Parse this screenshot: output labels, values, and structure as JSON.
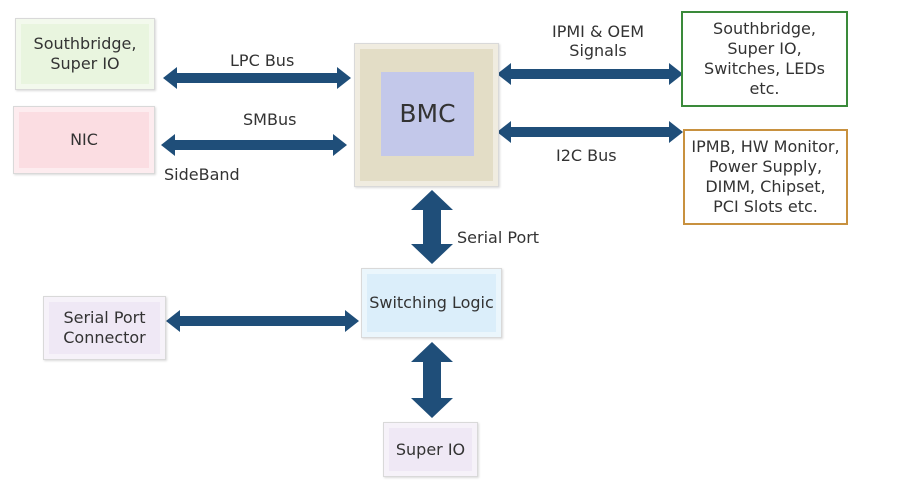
{
  "colors": {
    "arrow": "#1f4e79",
    "green_box": "#e9f5df",
    "pink_box": "#fbdde2",
    "bmc_outer": "#e3ddc6",
    "bmc_inner": "#c3c8ea",
    "switch_box": "#dbeefa",
    "lavender_box": "#efe8f5",
    "green_border": "#3a8a3a",
    "gold_border": "#c8913f"
  },
  "boxes": {
    "southbridge_left": {
      "lines": [
        "Southbridge,",
        "Super IO"
      ]
    },
    "nic": {
      "lines": [
        "NIC"
      ]
    },
    "bmc": {
      "lines": [
        "BMC"
      ]
    },
    "southbridge_right": {
      "lines": [
        "Southbridge,",
        "Super IO,",
        "Switches, LEDs",
        "etc."
      ]
    },
    "ipmb": {
      "lines": [
        "IPMB, HW Monitor,",
        "Power Supply,",
        "DIMM, Chipset,",
        "PCI Slots etc."
      ]
    },
    "switching_logic": {
      "lines": [
        "Switching Logic"
      ]
    },
    "serial_connector": {
      "lines": [
        "Serial Port",
        "Connector"
      ]
    },
    "super_io_bottom": {
      "lines": [
        "Super IO"
      ]
    }
  },
  "labels": {
    "lpc_bus": "LPC Bus",
    "smbus": "SMBus",
    "sideband": "SideBand",
    "ipmi_line1": "IPMI & OEM",
    "ipmi_line2": "Signals",
    "i2c_bus": "I2C Bus",
    "serial_port": "Serial Port"
  }
}
